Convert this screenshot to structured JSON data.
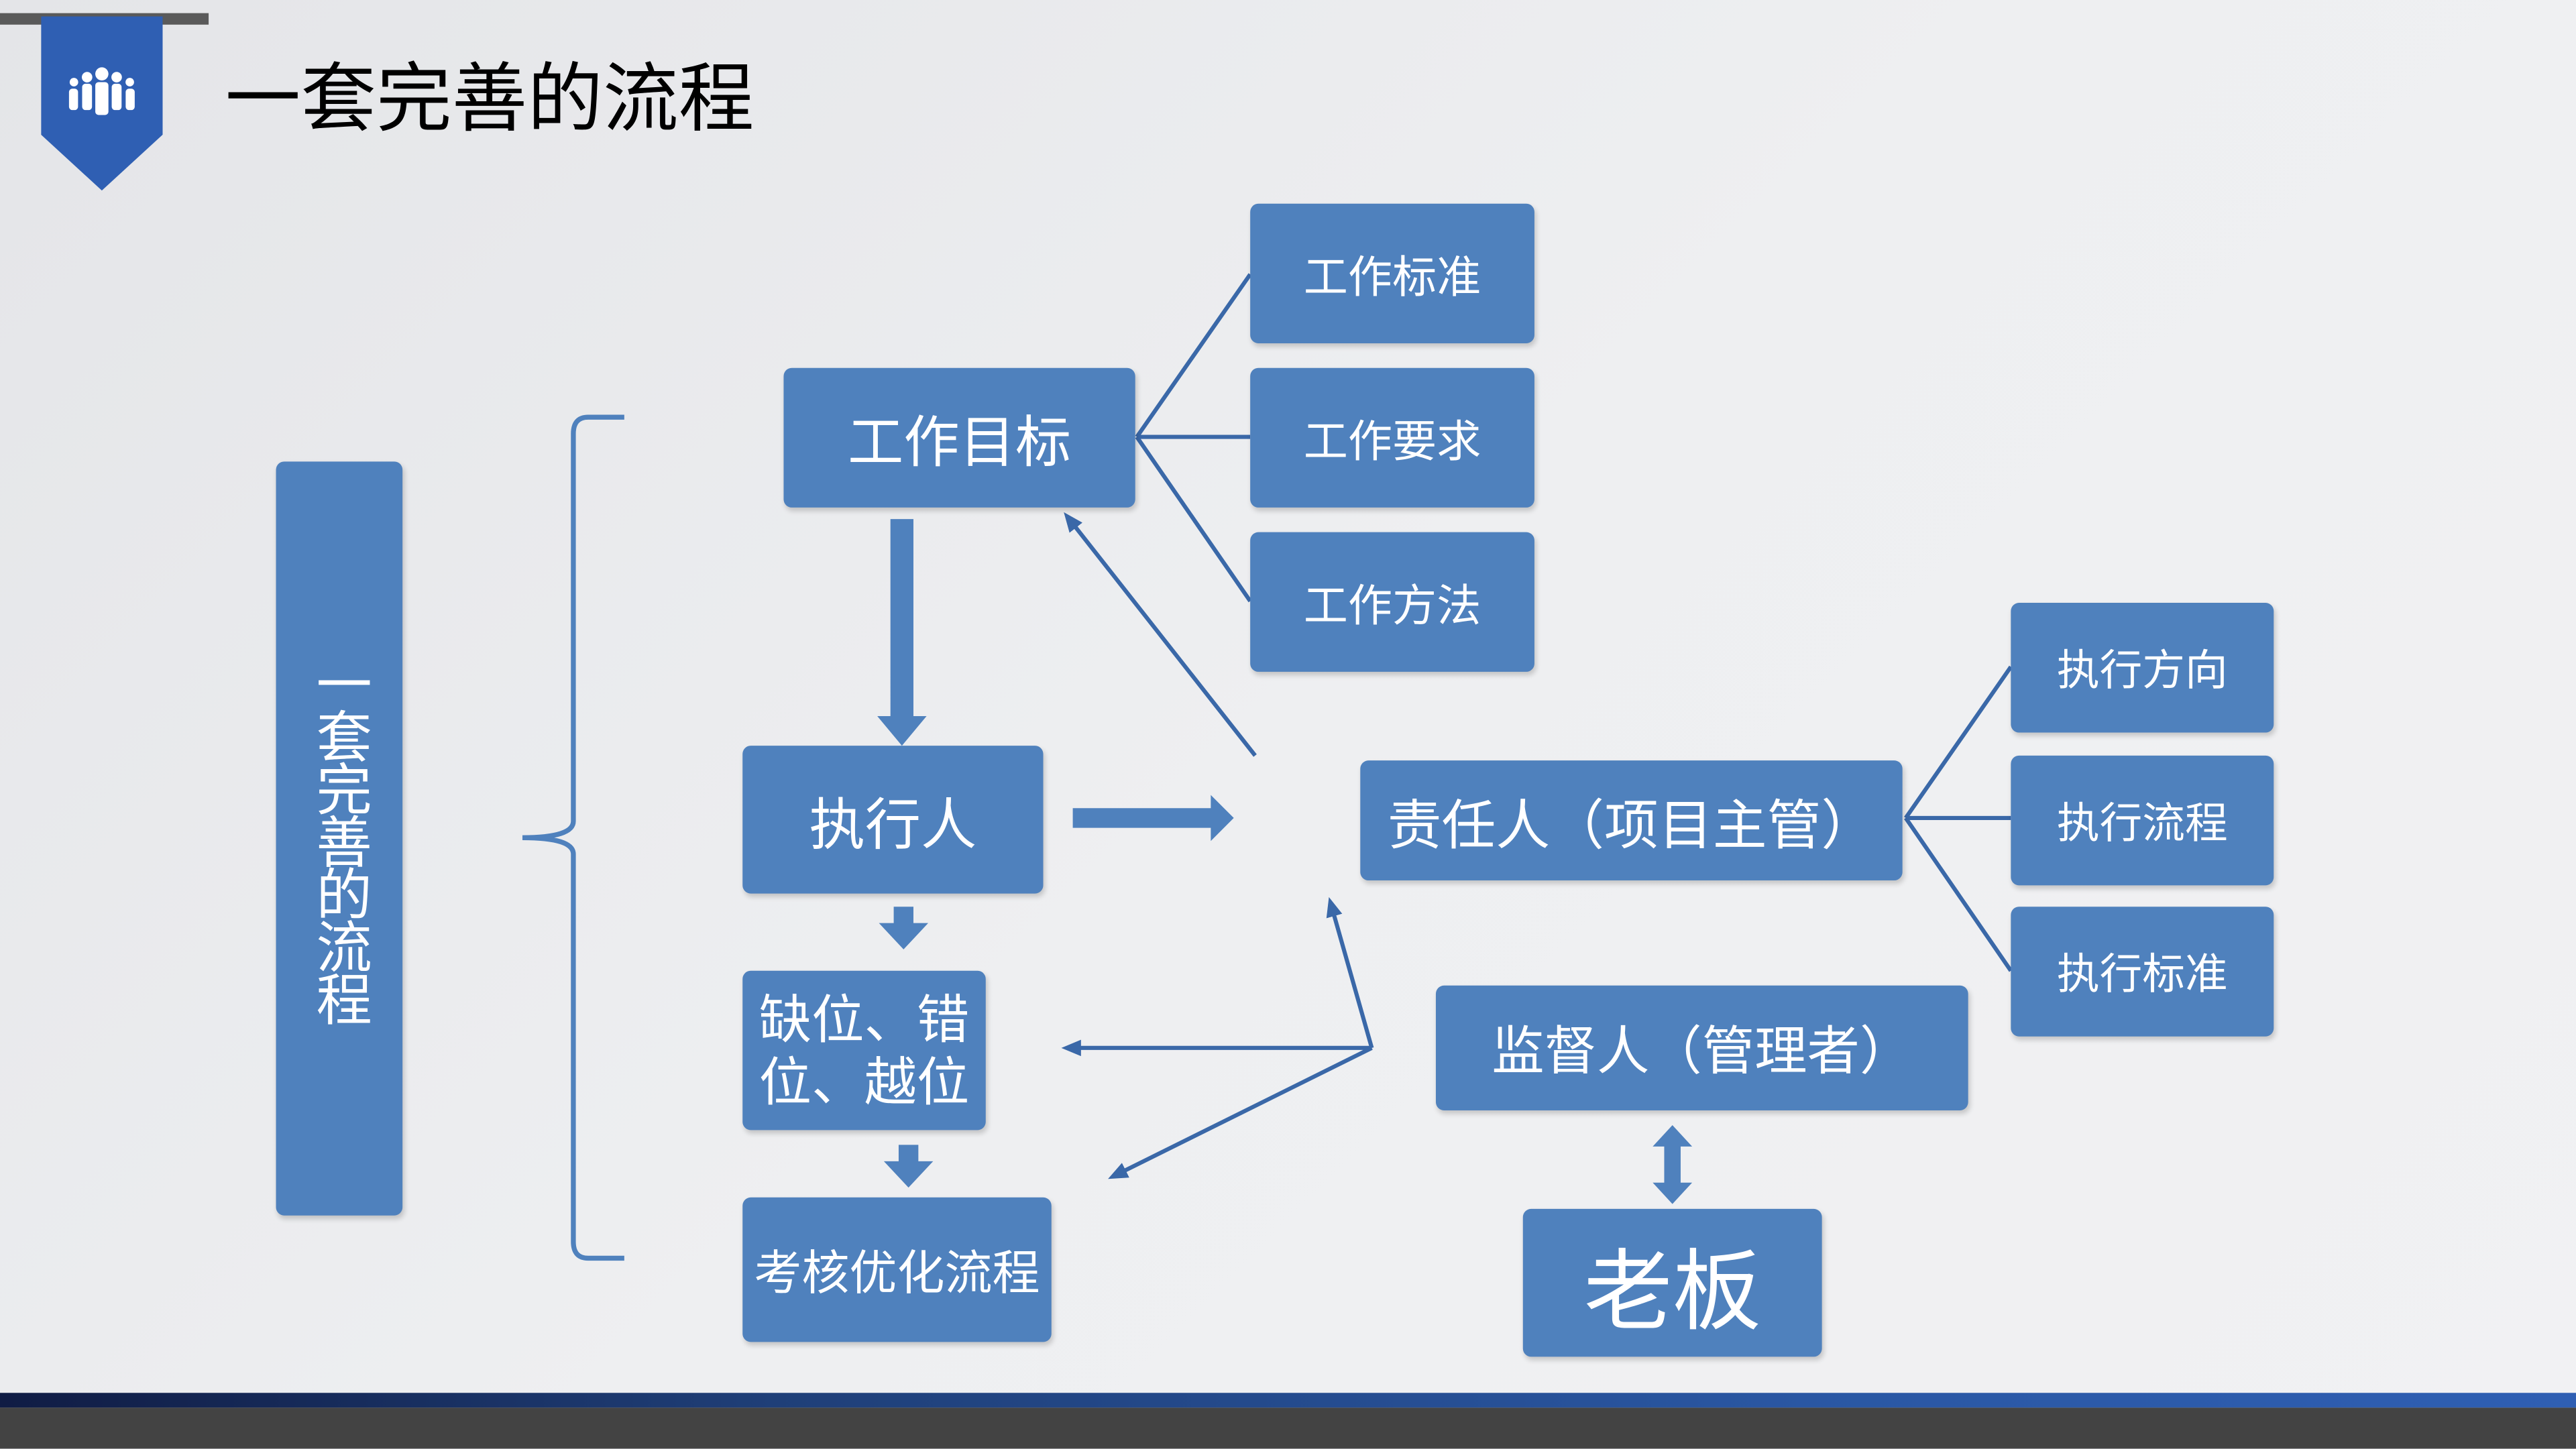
{
  "title": "一套完善的流程",
  "side_label": "一套完善的流程",
  "nodes": {
    "work_goal": "工作目标",
    "work_standard": "工作标准",
    "work_requirement": "工作要求",
    "work_method": "工作方法",
    "executor": "执行人",
    "responsible": "责任人（项目主管）",
    "exec_direction": "执行方向",
    "exec_process": "执行流程",
    "exec_standard": "执行标准",
    "gaps": "缺位、错位、越位",
    "assess": "考核优化流程",
    "supervisor": "监督人（管理者）",
    "boss": "老板"
  },
  "colors": {
    "box": "#4f81bd",
    "line": "#3a68a8",
    "banner": "#2f5fb3",
    "footer_dark": "#434343"
  }
}
